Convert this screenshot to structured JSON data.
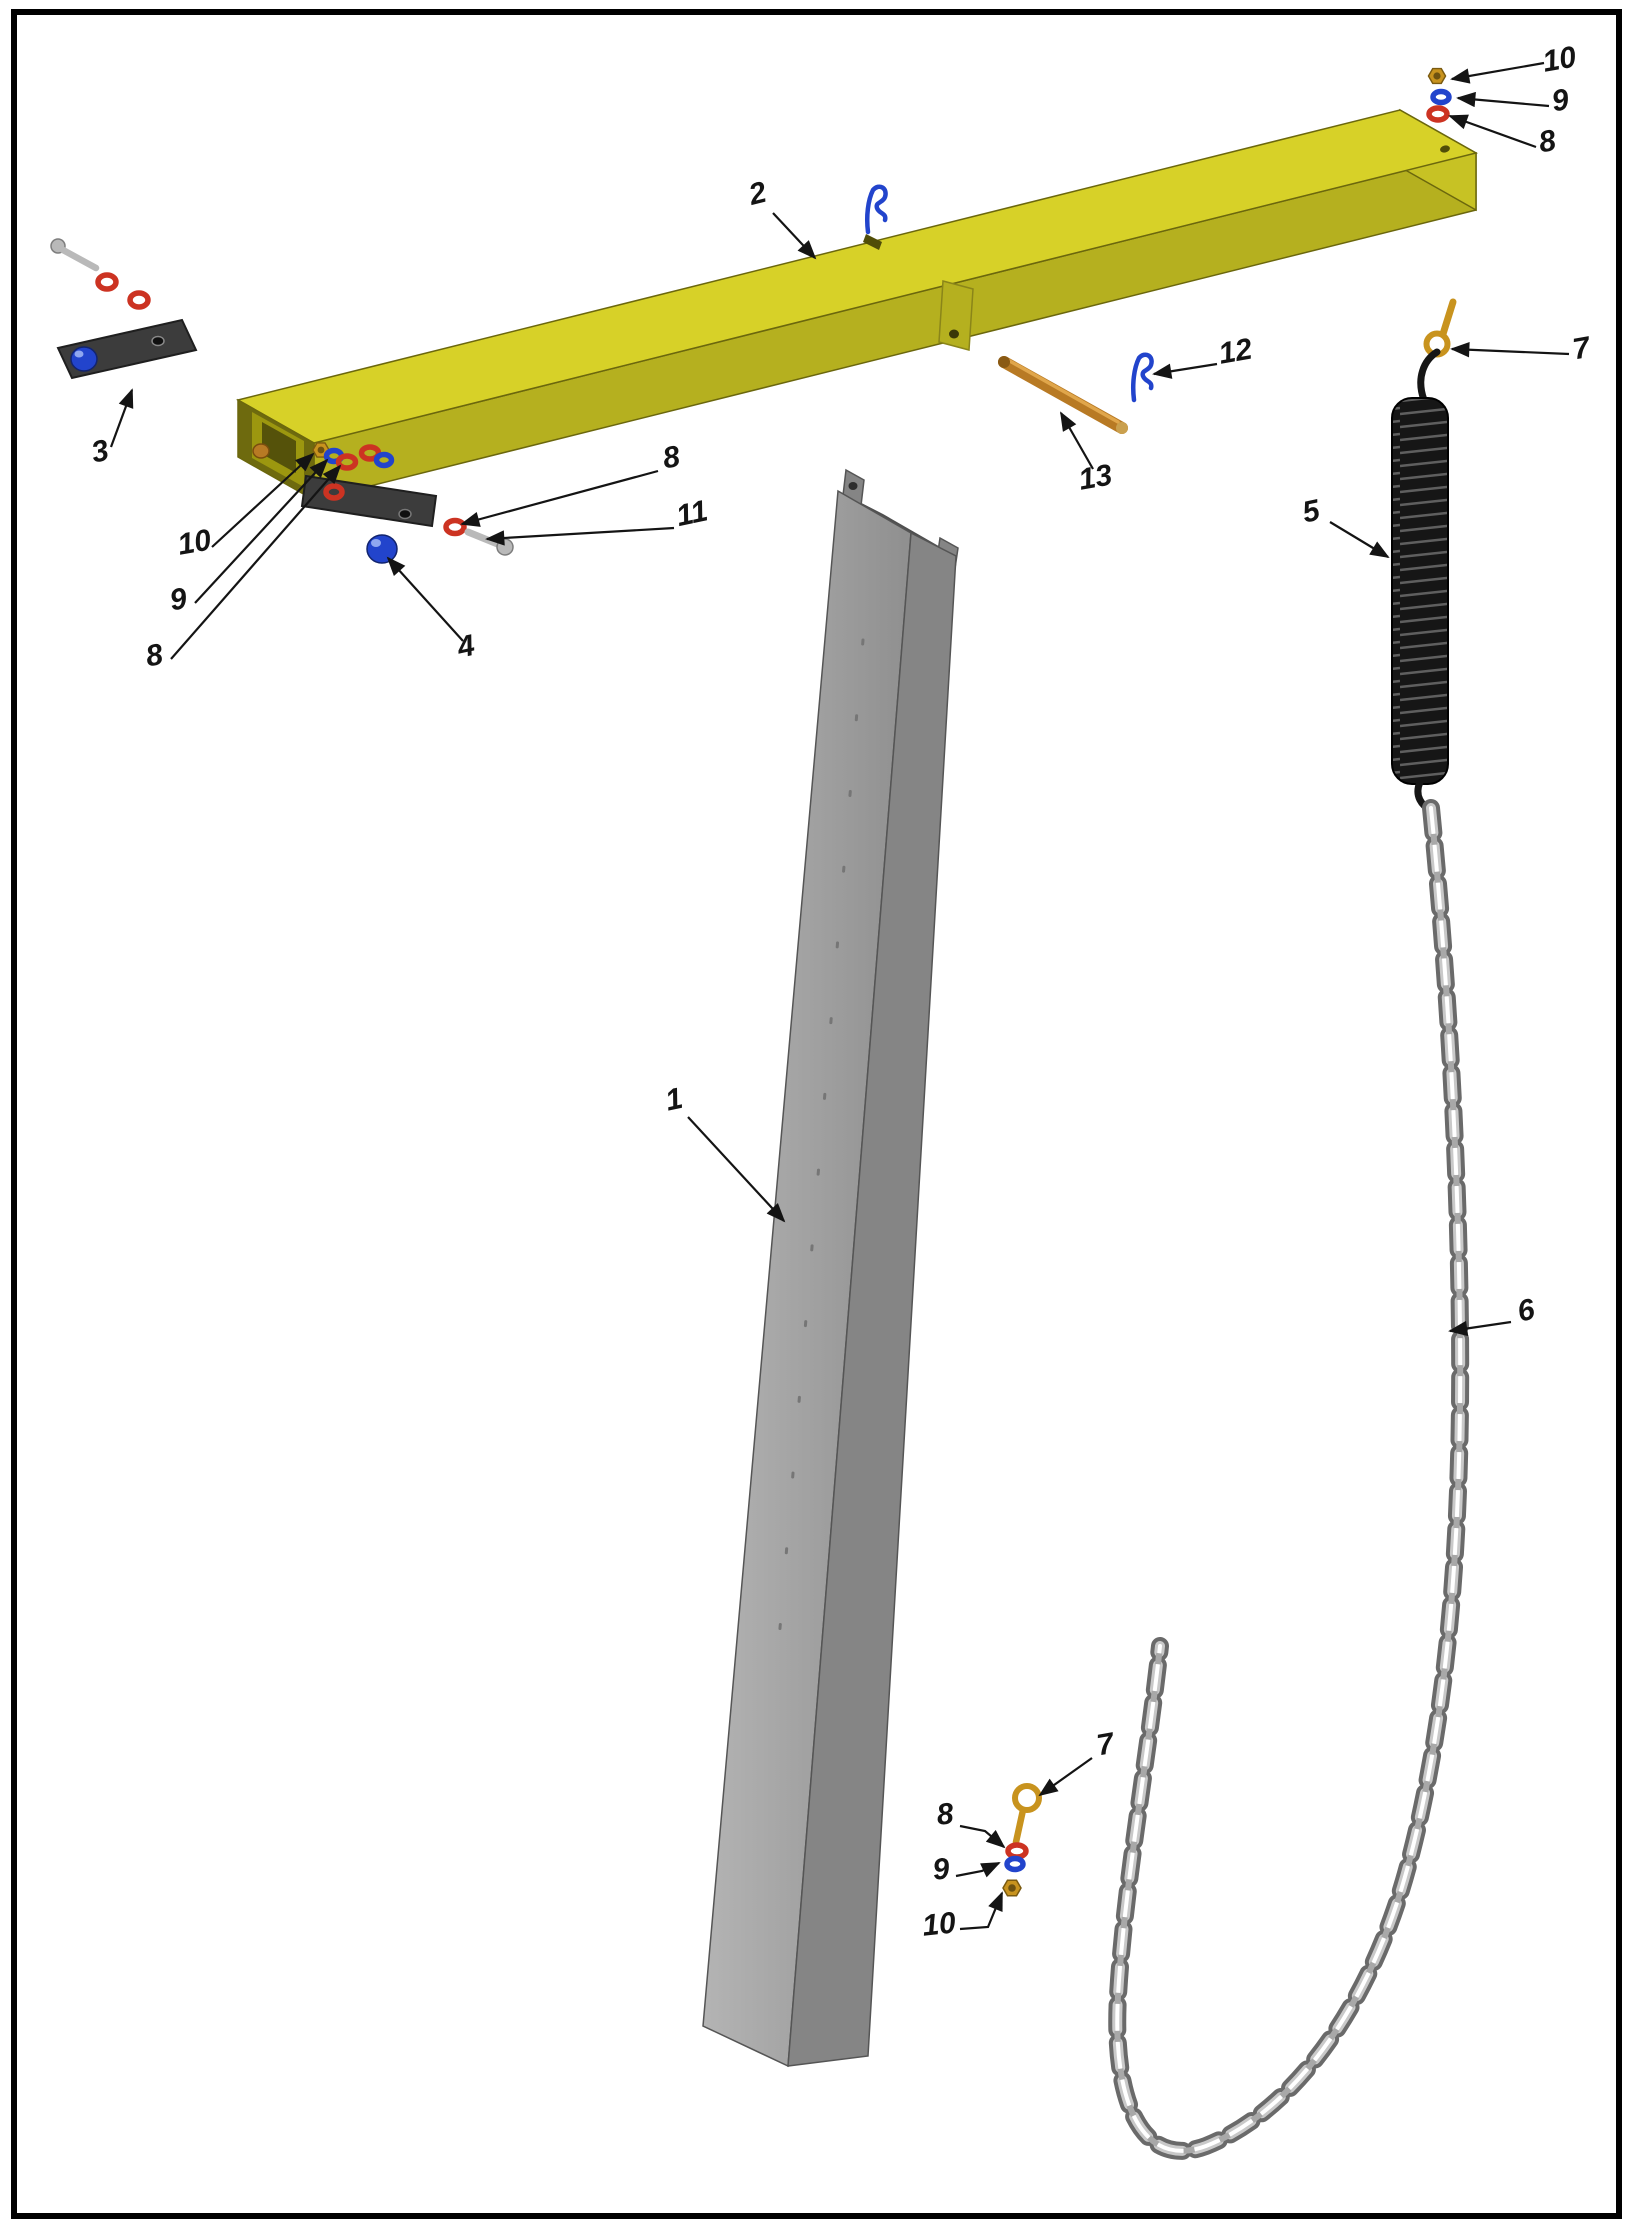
{
  "page": {
    "background": "#ffffff",
    "frame_color": "#000000",
    "description": "Exploded parts diagram: vertical post, yellow cross beam, extension spring, chain and fastener hardware with numbered callouts"
  },
  "colors": {
    "line": "#141414",
    "frame": "#000000",
    "beam_top": "#d7d128",
    "beam_front": "#b5b01f",
    "beam_end": "#c7c224",
    "beam_dark": "#6e6a0e",
    "post_front": "#a3a3a3",
    "post_side": "#858585",
    "post_dark": "#4f4f4f",
    "spring_black": "#161616",
    "chain_dark": "#6a6a6a",
    "chain_mid": "#c9c9c9",
    "blue": "#2244cc",
    "blue_light": "#8fa7f0",
    "brass": "#c8931e",
    "copper": "#b87a24",
    "red_washer": "#cc3322",
    "silver": "#b9b9b9",
    "plate_dark": "#3c3c3c"
  },
  "diagram": {
    "callouts": [
      {
        "label": "10",
        "target": "hex-nut-top-right"
      },
      {
        "label": "9",
        "target": "lock-washer-top-right"
      },
      {
        "label": "8",
        "target": "flat-washer-top-right"
      },
      {
        "label": "7",
        "target": "eye-bolt-top"
      },
      {
        "label": "2",
        "target": "beam"
      },
      {
        "label": "12",
        "target": "hitch-pin"
      },
      {
        "label": "13",
        "target": "pivot-rod"
      },
      {
        "label": "3",
        "target": "left-bracket"
      },
      {
        "label": "10",
        "target": "hex-nut-left"
      },
      {
        "label": "9",
        "target": "lock-washer-left"
      },
      {
        "label": "8",
        "target": "flat-washer-left"
      },
      {
        "label": "4",
        "target": "cap-plug"
      },
      {
        "label": "8",
        "target": "flat-washer-center"
      },
      {
        "label": "11",
        "target": "hex-bolt"
      },
      {
        "label": "5",
        "target": "spring"
      },
      {
        "label": "1",
        "target": "post"
      },
      {
        "label": "6",
        "target": "chain"
      },
      {
        "label": "7",
        "target": "eye-bolt-bottom"
      },
      {
        "label": "8",
        "target": "flat-washer-bottom"
      },
      {
        "label": "9",
        "target": "lock-washer-bottom"
      },
      {
        "label": "10",
        "target": "hex-nut-bottom"
      }
    ]
  }
}
